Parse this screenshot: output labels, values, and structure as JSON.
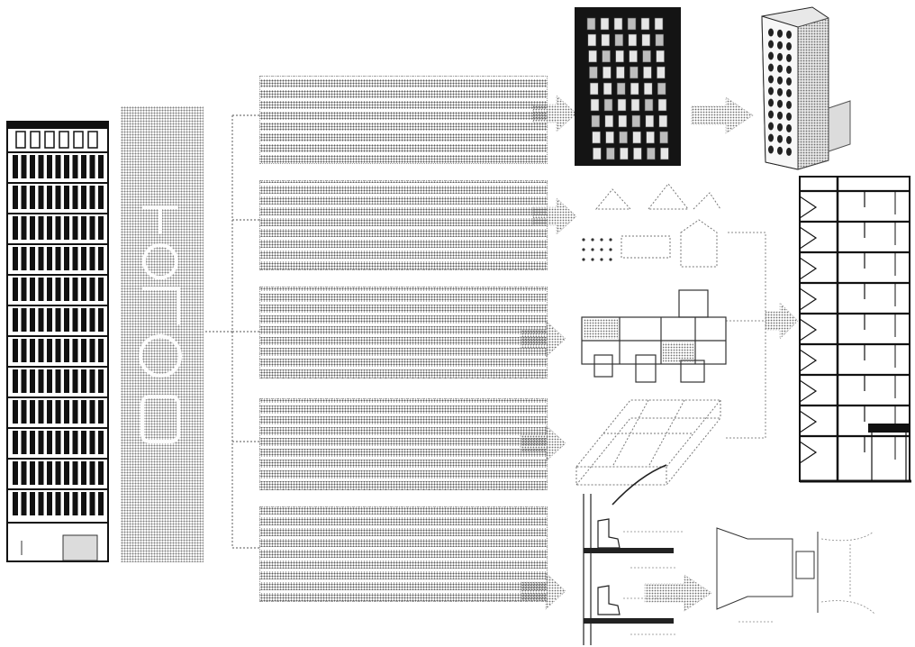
{
  "diagram": {
    "colors": {
      "ink": "#111111",
      "dot": "#6a6a6a",
      "paper": "#ffffff",
      "building_dark": "#1a1a1a"
    },
    "stage_rows": [
      {
        "id": "row-1",
        "thumbnail": "facade-photo"
      },
      {
        "id": "row-2",
        "thumbnail": "connection-details"
      },
      {
        "id": "row-3",
        "thumbnail": "floor-plan"
      },
      {
        "id": "row-4",
        "thumbnail": "axonometric-module"
      },
      {
        "id": "row-5",
        "thumbnail": "bathroom-section"
      }
    ],
    "icons": {
      "left_building": "building-elevation-icon",
      "vertical_label": "rotated-title-block",
      "final_model": "building-model-icon",
      "final_section": "building-section-icon",
      "last_plan": "unit-plan-icon"
    }
  }
}
